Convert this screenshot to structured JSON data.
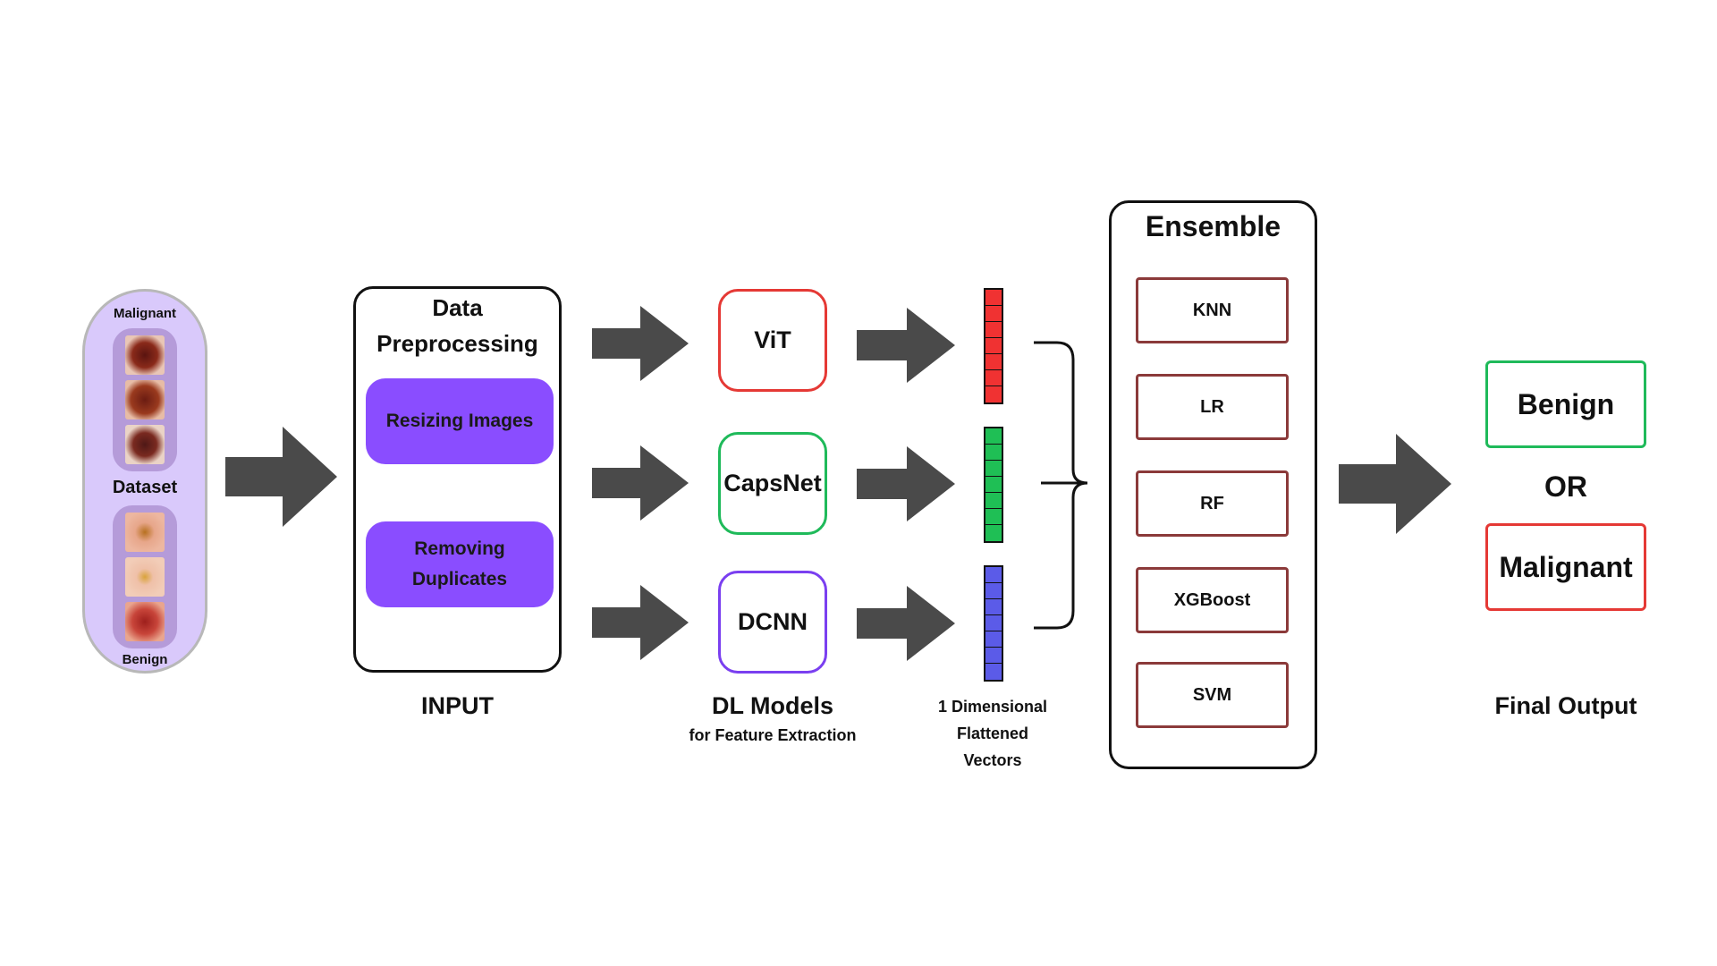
{
  "dataset": {
    "malignant_label": "Malignant",
    "dataset_label": "Dataset",
    "benign_label": "Benign",
    "malignant_thumb_colors": [
      "#8a2a1a",
      "#9a3a1e",
      "#7a2a20"
    ],
    "benign_thumb_colors": [
      "#e7a68a",
      "#efc0a8",
      "#c8453a"
    ]
  },
  "preprocessing": {
    "title_line1": "Data",
    "title_line2": "Preprocessing",
    "step1": "Resizing Images",
    "step2_line1": "Removing",
    "step2_line2": "Duplicates",
    "caption": "INPUT"
  },
  "models": {
    "items": [
      {
        "label": "ViT",
        "color": "#e53935"
      },
      {
        "label": "CapsNet",
        "color": "#1fba5a"
      },
      {
        "label": "DCNN",
        "color": "#7a3ff0"
      }
    ],
    "caption": "DL Models",
    "subcaption": "for Feature Extraction"
  },
  "vectors": {
    "colors": [
      "#f03232",
      "#1fbf55",
      "#5b5be8"
    ],
    "caption_line1": "1 Dimensional",
    "caption_line2": "Flattened",
    "caption_line3": "Vectors"
  },
  "ensemble": {
    "title": "Ensemble",
    "classifiers": [
      "KNN",
      "LR",
      "RF",
      "XGBoost",
      "SVM"
    ],
    "border_color": "#8b3a3a"
  },
  "output": {
    "benign": "Benign",
    "or_label": "OR",
    "malignant": "Malignant",
    "caption": "Final Output",
    "benign_color": "#1fba5a",
    "malignant_color": "#e53935"
  },
  "arrow_color": "#4a4a4a"
}
